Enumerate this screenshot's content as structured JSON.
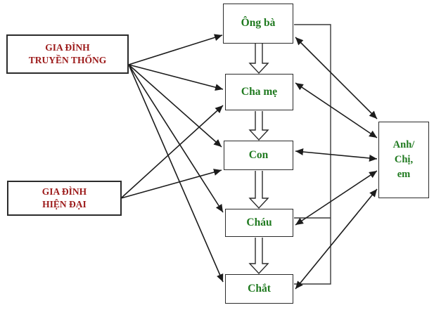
{
  "diagram": {
    "left_nodes": [
      {
        "id": "gia-dinh-truyen-thong",
        "lines": [
          "GIA ĐÌNH",
          "TRUYỀN THỐNG"
        ]
      },
      {
        "id": "gia-dinh-hien-dai",
        "lines": [
          "GIA ĐÌNH",
          "HIỆN ĐẠI"
        ]
      }
    ],
    "generation_nodes": [
      {
        "id": "ong-ba",
        "label": "Ông bà"
      },
      {
        "id": "cha-me",
        "label": "Cha mẹ"
      },
      {
        "id": "con",
        "label": "Con"
      },
      {
        "id": "chau",
        "label": "Cháu"
      },
      {
        "id": "chat",
        "label": "Chắt"
      }
    ],
    "right_node": {
      "id": "anh-chi-em",
      "lines": [
        "Anh/",
        "Chị,",
        "em"
      ]
    },
    "edges": [
      {
        "from": "gia-dinh-truyen-thong",
        "to": "ong-ba",
        "style": "arrow"
      },
      {
        "from": "gia-dinh-truyen-thong",
        "to": "cha-me",
        "style": "arrow"
      },
      {
        "from": "gia-dinh-truyen-thong",
        "to": "con",
        "style": "arrow"
      },
      {
        "from": "gia-dinh-truyen-thong",
        "to": "chau",
        "style": "arrow"
      },
      {
        "from": "gia-dinh-truyen-thong",
        "to": "chat",
        "style": "arrow"
      },
      {
        "from": "gia-dinh-hien-dai",
        "to": "cha-me",
        "style": "arrow"
      },
      {
        "from": "gia-dinh-hien-dai",
        "to": "con",
        "style": "arrow"
      },
      {
        "from": "ong-ba",
        "to": "cha-me",
        "style": "hollow-arrow"
      },
      {
        "from": "cha-me",
        "to": "con",
        "style": "hollow-arrow"
      },
      {
        "from": "con",
        "to": "chau",
        "style": "hollow-arrow"
      },
      {
        "from": "chau",
        "to": "chat",
        "style": "hollow-arrow"
      },
      {
        "from": "ong-ba",
        "to": "anh-chi-em",
        "style": "double-arrow"
      },
      {
        "from": "cha-me",
        "to": "anh-chi-em",
        "style": "double-arrow"
      },
      {
        "from": "con",
        "to": "anh-chi-em",
        "style": "double-arrow"
      },
      {
        "from": "chau",
        "to": "anh-chi-em",
        "style": "double-arrow"
      },
      {
        "from": "chat",
        "to": "anh-chi-em",
        "style": "double-arrow"
      },
      {
        "from": "ong-ba",
        "to": "chau",
        "style": "line"
      },
      {
        "from": "ong-ba",
        "to": "chat",
        "style": "line"
      }
    ],
    "colors": {
      "left_text": "#9c1a1a",
      "generation_text": "#207a20",
      "line": "#1c1c1c",
      "border": "#2b2b2b",
      "background": "#ffffff"
    }
  }
}
